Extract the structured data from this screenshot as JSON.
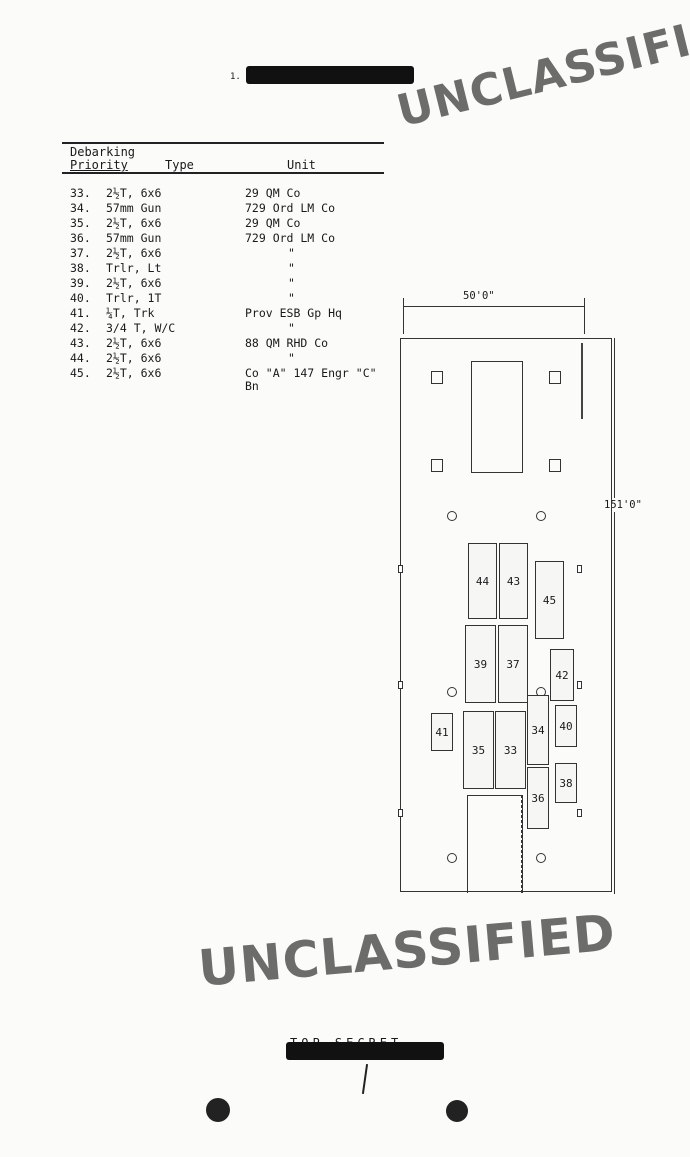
{
  "header": {
    "page_mark": "1.",
    "col_debarking": "Debarking",
    "col_priority": "Priority",
    "col_type": "Type",
    "col_unit": "Unit"
  },
  "rows": [
    {
      "no": "33.",
      "type": "2½T, 6x6",
      "unit": "29 QM Co"
    },
    {
      "no": "34.",
      "type": "57mm Gun",
      "unit": "729 Ord LM Co"
    },
    {
      "no": "35.",
      "type": "2½T, 6x6",
      "unit": "29 QM Co"
    },
    {
      "no": "36.",
      "type": "57mm Gun",
      "unit": "729 Ord LM Co"
    },
    {
      "no": "37.",
      "type": "2½T, 6x6",
      "unit": "\""
    },
    {
      "no": "38.",
      "type": "Trlr, Lt",
      "unit": "\""
    },
    {
      "no": "39.",
      "type": "2½T, 6x6",
      "unit": "\""
    },
    {
      "no": "40.",
      "type": "Trlr, 1T",
      "unit": "\""
    },
    {
      "no": "41.",
      "type": "¼T, Trk",
      "unit": "Prov ESB Gp Hq"
    },
    {
      "no": "42.",
      "type": "3/4 T, W/C",
      "unit": "\""
    },
    {
      "no": "43.",
      "type": "2½T, 6x6",
      "unit": "88 QM RHD Co"
    },
    {
      "no": "44.",
      "type": "2½T, 6x6",
      "unit": "\""
    },
    {
      "no": "45.",
      "type": "2½T, 6x6",
      "unit": "Co \"A\" 147 Engr \"C\""
    }
  ],
  "row45_cont": "Bn",
  "diagram": {
    "width_label": "50'0\"",
    "length_label": "151'0\"",
    "vehicles": [
      "44",
      "43",
      "45",
      "39",
      "37",
      "42",
      "40",
      "41",
      "35",
      "33",
      "34",
      "36",
      "38"
    ]
  },
  "stamps": {
    "top": "UNCLASSIFIED",
    "bottom": "UNCLASSIFIED"
  },
  "footer": {
    "classification": "TOP SECRET"
  }
}
